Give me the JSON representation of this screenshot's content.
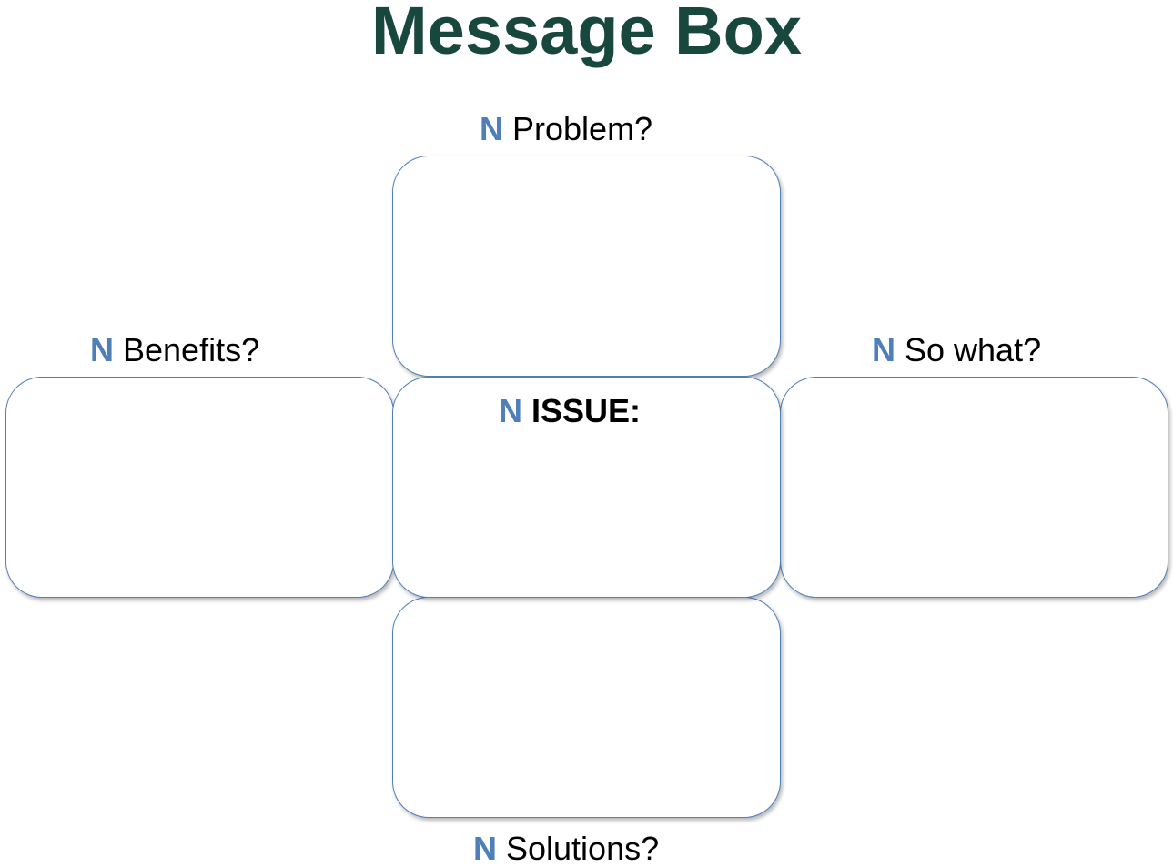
{
  "title": "Message Box",
  "bullet_glyph": "N",
  "colors": {
    "title": "#18473d",
    "bullet": "#4f7fb9",
    "box_border": "#4f7fb9"
  },
  "labels": {
    "problem": "Problem?",
    "benefits": "Benefits?",
    "so_what": "So what?",
    "issue": "ISSUE:",
    "solutions": "Solutions?"
  }
}
